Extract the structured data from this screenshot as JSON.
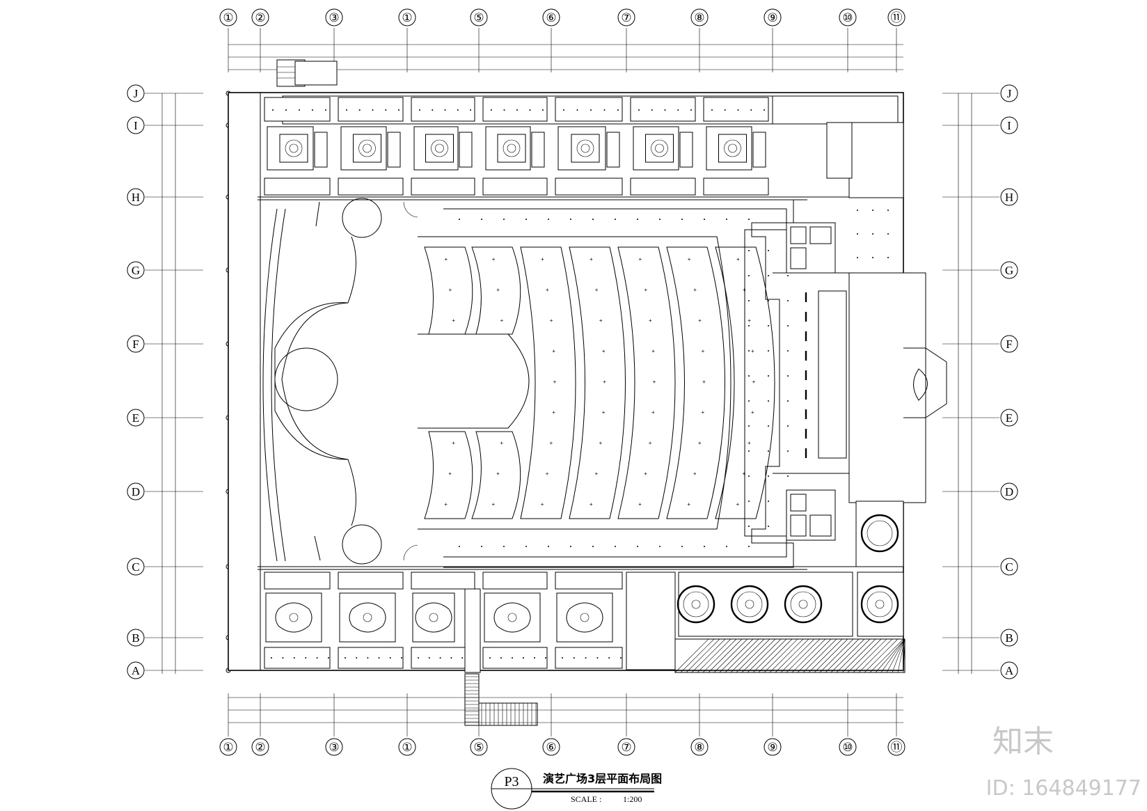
{
  "drawing": {
    "title": "演艺广场3层平面布局图",
    "sheet_label": "P3",
    "scale_label": "SCALE :",
    "scale_value": "1:200"
  },
  "grid": {
    "columns": [
      "①",
      "②",
      "③",
      "①",
      "⑤",
      "⑥",
      "⑦",
      "⑧",
      "⑨",
      "⑩",
      "⑪"
    ],
    "rows": [
      "J",
      "I",
      "H",
      "G",
      "F",
      "E",
      "D",
      "C",
      "B",
      "A"
    ]
  },
  "watermark": {
    "logo": "知末",
    "id_text": "ID: 164849177"
  }
}
